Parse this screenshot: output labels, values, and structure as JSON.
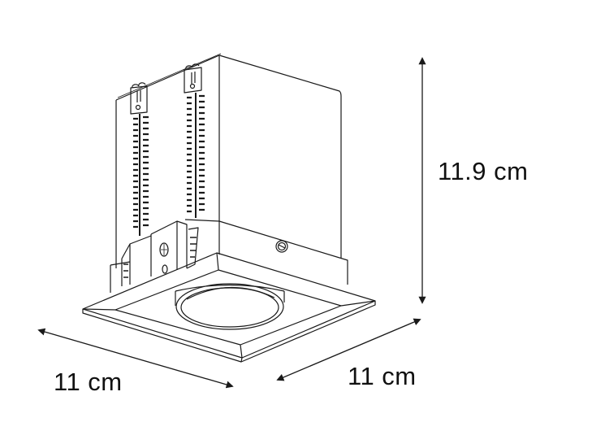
{
  "diagram": {
    "subject": "Square recessed downlight fixture (technical line drawing)",
    "colors": {
      "line": "#1a1a1a",
      "background": "#ffffff"
    },
    "dimensions": {
      "height": {
        "label": "11.9 cm",
        "orientation": "vertical"
      },
      "width": {
        "label": "11 cm",
        "orientation": "diagonal-left"
      },
      "depth": {
        "label": "11 cm",
        "orientation": "diagonal-right"
      }
    }
  }
}
